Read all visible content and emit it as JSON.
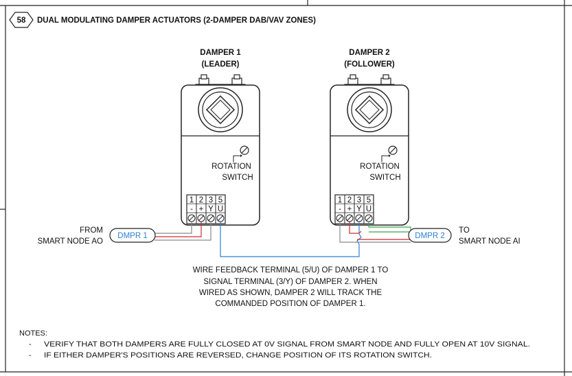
{
  "detail_number": "58",
  "title": "DUAL MODULATING DAMPER ACTUATORS (2-DAMPER DAB/VAV ZONES)",
  "damper1": {
    "name": "DAMPER 1",
    "role": "(LEADER)"
  },
  "damper2": {
    "name": "DAMPER 2",
    "role": "(FOLLOWER)"
  },
  "rotation_switch": [
    "ROTATION",
    "SWITCH"
  ],
  "terminals": {
    "numbers": [
      "1",
      "2",
      "3",
      "5"
    ],
    "signs": [
      "-",
      "+",
      "Y",
      "U"
    ]
  },
  "left_label": [
    "FROM",
    "SMART NODE AO"
  ],
  "right_label": [
    "TO",
    "SMART NODE AI"
  ],
  "tag_left": "DMPR 1",
  "tag_right": "DMPR 2",
  "wire_note": [
    "WIRE FEEDBACK TERMINAL (5/U) OF DAMPER 1 TO",
    "SIGNAL TERMINAL (3/Y) OF DAMPER 2. WHEN",
    "WIRED AS SHOWN, DAMPER 2 WILL TRACK THE",
    "COMMANDED POSITION OF DAMPER 1."
  ],
  "notes_heading": "NOTES:",
  "notes": [
    "VERIFY THAT BOTH DAMPERS ARE FULLY CLOSED AT 0V SIGNAL FROM SMART NODE AND FULLY OPEN AT 10V SIGNAL.",
    "IF EITHER DAMPER'S POSITIONS ARE REVERSED, CHANGE POSITION OF ITS ROTATION SWITCH."
  ],
  "colors": {
    "blue": "#2a7fd4",
    "red": "#d8262b",
    "green": "#3aa34a",
    "gray": "#888888"
  }
}
